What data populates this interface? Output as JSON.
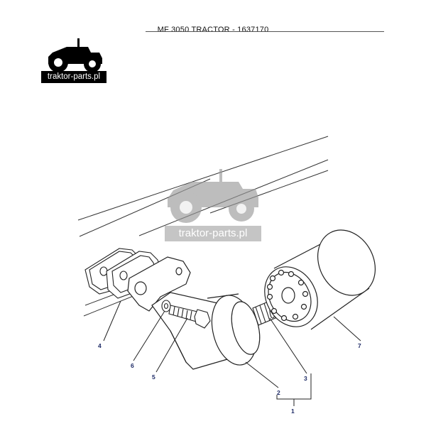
{
  "header": {
    "title": "MF 3050 TRACTOR - 1637170"
  },
  "logo": {
    "text": "traktor-parts.pl",
    "icon": "tractor-icon"
  },
  "watermark": {
    "text": "traktor-parts.pl",
    "icon": "tractor-icon"
  },
  "callouts": [
    {
      "id": "callout-1",
      "label": "1"
    },
    {
      "id": "callout-2",
      "label": "2"
    },
    {
      "id": "callout-3",
      "label": "3"
    },
    {
      "id": "callout-4",
      "label": "4"
    },
    {
      "id": "callout-5",
      "label": "5"
    },
    {
      "id": "callout-6",
      "label": "6"
    },
    {
      "id": "callout-7",
      "label": "7"
    }
  ],
  "colors": {
    "line": "#222222",
    "callout": "#1d2a66",
    "watermark": "#9a9a9a"
  }
}
